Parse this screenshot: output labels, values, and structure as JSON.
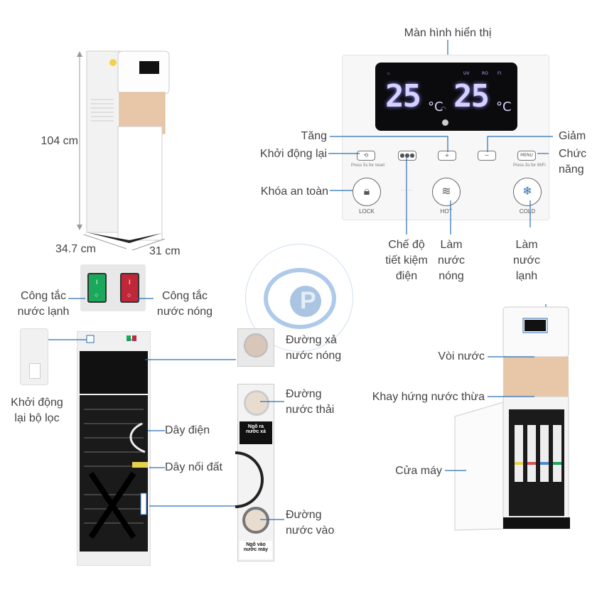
{
  "dimensions": {
    "height": "104 cm",
    "depth": "34.7 cm",
    "width": "31 cm"
  },
  "panel": {
    "display_label": "Màn hình hiển thị",
    "temp_hot": "25",
    "temp_cold": "25",
    "unit": "°C",
    "indicator_uv": "UV",
    "indicator_ro": "RO",
    "indicator_fi": "FI",
    "button_up": "Tăng",
    "button_down": "Giảm",
    "button_reset": "Khởi động lại",
    "button_menu": "Chức\nnăng",
    "button_lock": "Khóa an toàn",
    "reset_hint": "Press 5s for reset",
    "menu_hint": "Press 3s for WiFi",
    "menu_text": "MENU",
    "lock_text": "LOCK",
    "hot_text": "HOT",
    "cold_text": "COLD",
    "eco_label": "Chế độ\ntiết kiệm\nđiện",
    "hot_label": "Làm\nnước\nnóng",
    "cold_label": "Làm\nnước\nlạnh"
  },
  "switches": {
    "cold_switch": "Công tắc\nnước lạnh",
    "hot_switch": "Công tắc\nnước nóng"
  },
  "rear": {
    "filter_reset": "Khởi động\nlại bộ lọc",
    "power_cord": "Dây điện",
    "ground_wire": "Dây nối đất",
    "hot_drain": "Đường xả\nnước nóng",
    "waste_line": "Đường\nnước thải",
    "inlet_line": "Đường\nnước vào",
    "drain_tag": "Ngõ ra\nnước xả",
    "inlet_tag": "Ngõ vào\nnước máy"
  },
  "front": {
    "tap": "Vòi nước",
    "drip_tray": "Khay hứng nước thừa",
    "door": "Cửa máy"
  },
  "colors": {
    "accent_gold": "#e8c7a8",
    "switch_green": "#1aa85a",
    "switch_red": "#c0283a",
    "line_blue": "#2a6fb5",
    "display_glow": "#d6d2ff"
  }
}
